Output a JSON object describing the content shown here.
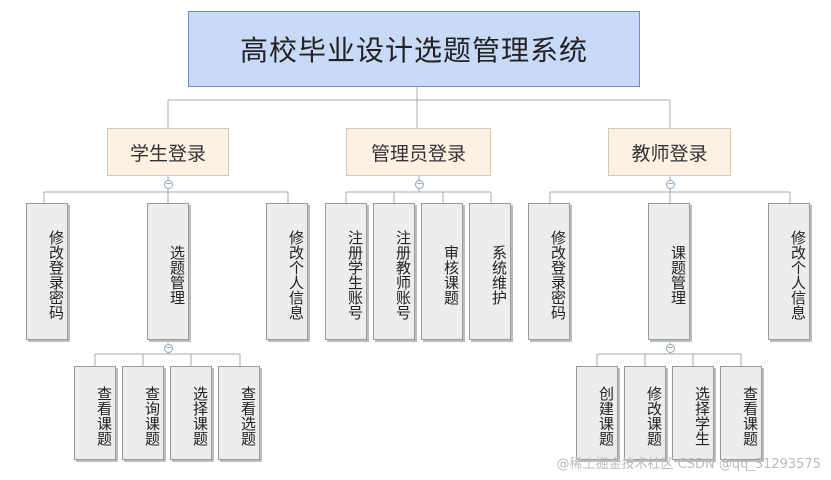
{
  "title": "高校毕业设计选题管理系统",
  "modules": {
    "student": {
      "label": "学生登录",
      "children": {
        "change_password": "修改登录密码",
        "topic_select_mgmt": "选题管理",
        "edit_profile": "修改个人信息"
      },
      "sub": [
        "查看课题",
        "查询课题",
        "选择课题",
        "查看选题"
      ]
    },
    "admin": {
      "label": "管理员登录",
      "children": [
        "注册学生账号",
        "注册教师账号",
        "审核课题",
        "系统维护"
      ]
    },
    "teacher": {
      "label": "教师登录",
      "children": {
        "change_password": "修改登录密码",
        "topic_mgmt": "课题管理",
        "edit_profile": "修改个人信息"
      },
      "sub": [
        "创建课题",
        "修改课题",
        "选择学生",
        "查看课题"
      ]
    }
  },
  "collapse_symbol": "−",
  "watermark": "@稀土掘金技术社区 CSDN @qq_31293575"
}
